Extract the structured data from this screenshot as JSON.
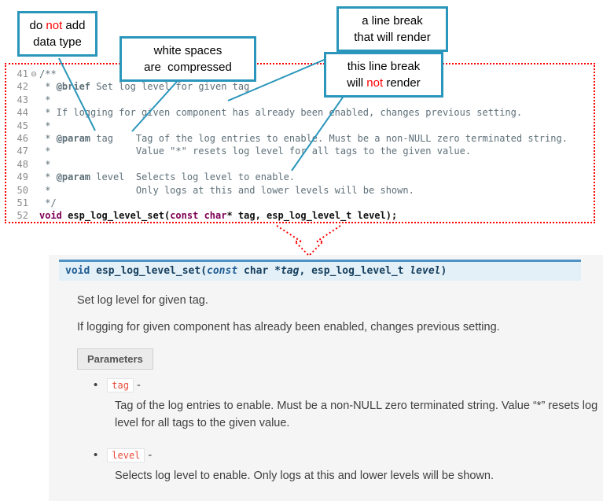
{
  "colors": {
    "accent": "#2a96bb",
    "red": "#ff0000",
    "keyword": "#7f0055",
    "comment": "#5e7079",
    "literal": "#e74c3c",
    "sigborder": "#4f93c4",
    "sigbg": "#e3f0f8",
    "sigtext": "#17405f",
    "panelbg": "#f5f5f5",
    "body": "#404040"
  },
  "callouts": [
    {
      "lines": [
        [
          {
            "t": "do "
          },
          {
            "t": "not",
            "red": true
          },
          {
            "t": " add"
          }
        ],
        [
          {
            "t": "data type"
          }
        ]
      ]
    },
    {
      "lines": [
        [
          {
            "t": "white spaces"
          }
        ],
        [
          {
            "t": "are  compressed"
          }
        ]
      ]
    },
    {
      "lines": [
        [
          {
            "t": "a line break"
          }
        ],
        [
          {
            "t": "that will render"
          }
        ]
      ]
    },
    {
      "lines": [
        [
          {
            "t": "this line break"
          }
        ],
        [
          {
            "t": "will "
          },
          {
            "t": "not",
            "red": true
          },
          {
            "t": " render"
          }
        ]
      ]
    }
  ],
  "code": {
    "lines": [
      {
        "num": "41",
        "fold": "⊖",
        "tokens": [
          {
            "t": "/**",
            "c": "comment"
          }
        ]
      },
      {
        "num": "42",
        "tokens": [
          {
            "t": " * ",
            "c": "comment"
          },
          {
            "t": "@brief",
            "c": "doctag"
          },
          {
            "t": " Set log level for given tag",
            "c": "comment"
          }
        ]
      },
      {
        "num": "43",
        "tokens": [
          {
            "t": " *",
            "c": "comment"
          }
        ]
      },
      {
        "num": "44",
        "tokens": [
          {
            "t": " * If logging for given component has already been enabled, changes previous setting.",
            "c": "comment"
          }
        ]
      },
      {
        "num": "45",
        "tokens": [
          {
            "t": " *",
            "c": "comment"
          }
        ]
      },
      {
        "num": "46",
        "tokens": [
          {
            "t": " * ",
            "c": "comment"
          },
          {
            "t": "@param",
            "c": "doctag"
          },
          {
            "t": " tag    Tag of the log entries to enable. Must be a non-NULL zero terminated string.",
            "c": "comment"
          }
        ]
      },
      {
        "num": "47",
        "tokens": [
          {
            "t": " *               Value \"*\" resets log level for all tags to the given value.",
            "c": "comment"
          }
        ]
      },
      {
        "num": "48",
        "tokens": [
          {
            "t": " *",
            "c": "comment"
          }
        ]
      },
      {
        "num": "49",
        "tokens": [
          {
            "t": " * ",
            "c": "comment"
          },
          {
            "t": "@param",
            "c": "doctag"
          },
          {
            "t": " level  Selects log level to enable.",
            "c": "comment"
          }
        ]
      },
      {
        "num": "50",
        "tokens": [
          {
            "t": " *               Only logs at this and lower levels will be shown.",
            "c": "comment"
          }
        ]
      },
      {
        "num": "51",
        "tokens": [
          {
            "t": " */",
            "c": "comment"
          }
        ]
      },
      {
        "num": "52",
        "tokens": [
          {
            "t": "void",
            "c": "kw"
          },
          {
            "t": " ",
            "c": "plain"
          },
          {
            "t": "esp_log_level_set",
            "c": "fn"
          },
          {
            "t": "(",
            "c": "plain"
          },
          {
            "t": "const",
            "c": "kw"
          },
          {
            "t": " ",
            "c": "plain"
          },
          {
            "t": "char",
            "c": "kw"
          },
          {
            "t": "* tag, esp_log_level_t level);",
            "c": "plain"
          }
        ]
      }
    ]
  },
  "doc": {
    "bullet_char": "•",
    "signature": [
      {
        "t": "void ",
        "c": "sig-kw"
      },
      {
        "t": "esp_log_level_set",
        "c": "sig-name"
      },
      {
        "t": "(",
        "c": "sig-plain"
      },
      {
        "t": "const",
        "c": "sig-kw-i"
      },
      {
        "t": " char *",
        "c": "sig-plain"
      },
      {
        "t": "tag",
        "c": "sig-var"
      },
      {
        "t": ", esp_log_level_t ",
        "c": "sig-plain"
      },
      {
        "t": "level",
        "c": "sig-var"
      },
      {
        "t": ")",
        "c": "sig-plain"
      }
    ],
    "para1": "Set log level for given tag.",
    "para2": "If logging for given component has already been enabled, changes previous setting.",
    "parameters_label": "Parameters",
    "params": [
      {
        "name": "tag",
        "sep": " -",
        "desc": "Tag of the log entries to enable. Must be a non-NULL zero terminated string. Value “*” resets log level for all tags to the given value."
      },
      {
        "name": "level",
        "sep": " -",
        "desc": "Selects log level to enable. Only logs at this and lower levels will be shown."
      }
    ]
  }
}
